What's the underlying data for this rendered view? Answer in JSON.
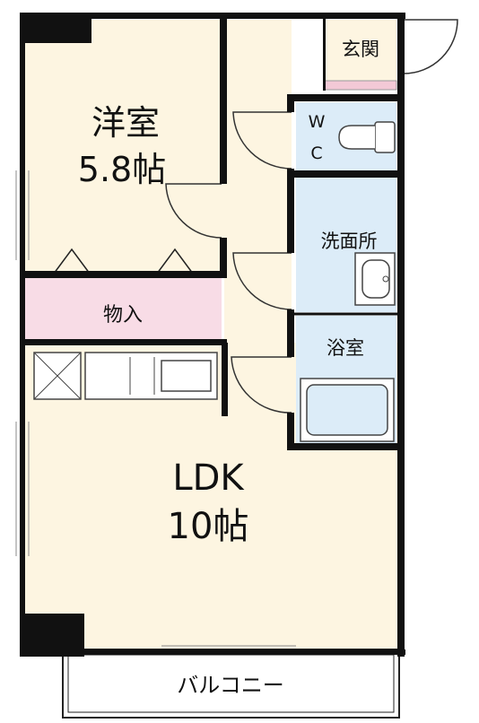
{
  "rooms": {
    "western_room": {
      "name": "洋室",
      "size": "5.8帖"
    },
    "storage": {
      "name": "物入"
    },
    "entrance": {
      "name": "玄関"
    },
    "wc": {
      "line1": "W",
      "line2": "C"
    },
    "washroom": {
      "name": "洗面所"
    },
    "bathroom": {
      "name": "浴室"
    },
    "ldk": {
      "name": "LDK",
      "size": "10帖"
    },
    "balcony": {
      "name": "バルコニー"
    }
  },
  "colors": {
    "floor_cream": "#fdf5e1",
    "storage_pink": "#f8dce6",
    "wet_area_blue": "#dcecf8",
    "wall": "#111111",
    "entrance_stripe": "#f3c9d6"
  }
}
